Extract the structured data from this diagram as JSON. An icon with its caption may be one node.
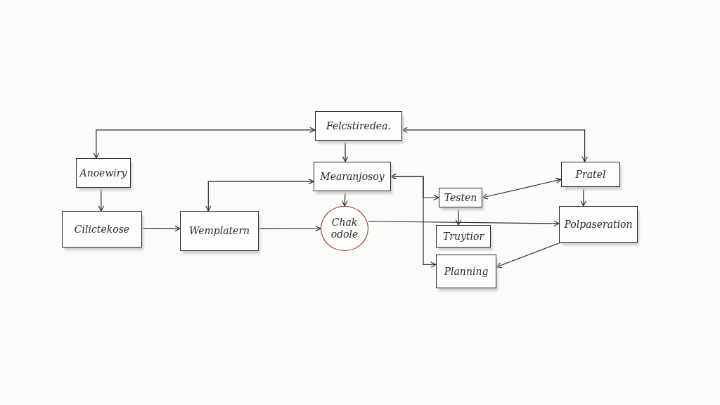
{
  "diagram": {
    "nodes": [
      {
        "text": [
          "Felcstiredea."
        ]
      },
      {
        "text": [
          "Anoewiry"
        ]
      },
      {
        "text": [
          "Mearanjosoy"
        ]
      },
      {
        "text": [
          "Pratel"
        ]
      },
      {
        "text": [
          "Cilictekose"
        ]
      },
      {
        "text": [
          "Wemplatern"
        ]
      },
      {
        "text": [
          "Testen"
        ]
      },
      {
        "text": [
          "Chak odole"
        ]
      },
      {
        "text": [
          "Polpaseration"
        ]
      },
      {
        "text": [
          "Truytior"
        ]
      },
      {
        "text": [
          "Planning"
        ]
      }
    ],
    "edges": [
      {
        "from": 0,
        "to": 1,
        "arrow": "both"
      },
      {
        "from": 0,
        "to": 3,
        "arrow": "both"
      },
      {
        "from": 0,
        "to": 2,
        "arrow": "to"
      },
      {
        "from": 1,
        "to": 4,
        "arrow": "to"
      },
      {
        "from": 4,
        "to": 5,
        "arrow": "to"
      },
      {
        "from": 5,
        "to": 2,
        "arrow": "both"
      },
      {
        "from": 5,
        "to": 7,
        "arrow": "to"
      },
      {
        "from": 2,
        "to": 7,
        "arrow": "to"
      },
      {
        "from": 7,
        "to": 8,
        "arrow": "to"
      },
      {
        "from": 2,
        "to": 6,
        "arrow": "both"
      },
      {
        "from": 2,
        "to": 10,
        "arrow": "both"
      },
      {
        "from": 6,
        "to": 3,
        "arrow": "both"
      },
      {
        "from": 3,
        "to": 8,
        "arrow": "to"
      },
      {
        "from": 6,
        "to": 9,
        "arrow": "to"
      },
      {
        "from": 8,
        "to": 10,
        "arrow": "to"
      }
    ]
  }
}
